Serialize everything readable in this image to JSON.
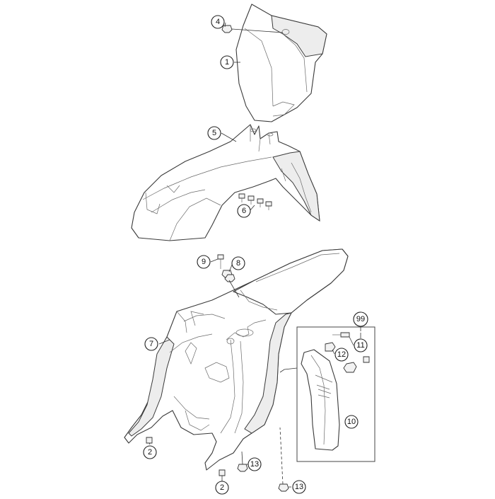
{
  "diagram": {
    "callouts": [
      {
        "id": "c4",
        "label": "4"
      },
      {
        "id": "c1",
        "label": "1"
      },
      {
        "id": "c5",
        "label": "5"
      },
      {
        "id": "c6",
        "label": "6"
      },
      {
        "id": "c9",
        "label": "9"
      },
      {
        "id": "c8",
        "label": "8"
      },
      {
        "id": "c7",
        "label": "7"
      },
      {
        "id": "c99",
        "label": "99"
      },
      {
        "id": "c11",
        "label": "11"
      },
      {
        "id": "c12",
        "label": "12"
      },
      {
        "id": "c10",
        "label": "10"
      },
      {
        "id": "c2a",
        "label": "2"
      },
      {
        "id": "c13a",
        "label": "13"
      },
      {
        "id": "c2b",
        "label": "2"
      },
      {
        "id": "c13b",
        "label": "13"
      }
    ]
  }
}
